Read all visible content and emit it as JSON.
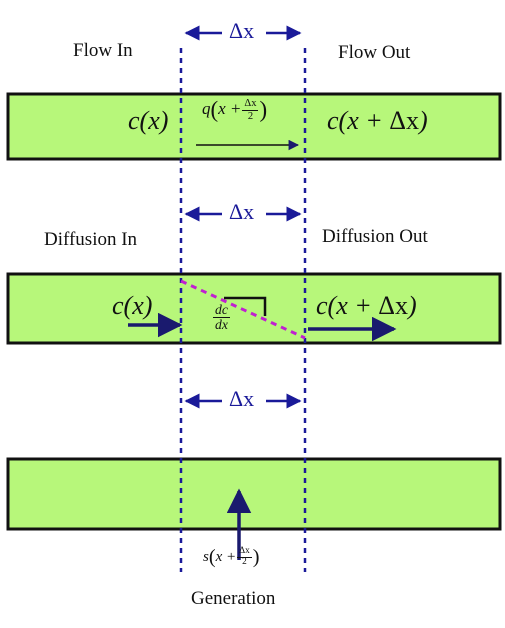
{
  "colors": {
    "band_fill": "#b7f77a",
    "band_stroke": "#111111",
    "dashed_line": "#1a1a99",
    "arrow": "#1a1a6e",
    "gradient_line": "#c020d0"
  },
  "delta_label": "Δx",
  "flow": {
    "in_label": "Flow In",
    "out_label": "Flow Out",
    "c_left": "c(x)",
    "c_right_c": "c(x + ",
    "c_right_tail": ")",
    "flux_q": "q",
    "flux_var": "x +",
    "frac_num": "Δx",
    "frac_den": "2"
  },
  "diffusion": {
    "in_label": "Diffusion In",
    "out_label": "Diffusion Out",
    "c_left": "c(x)",
    "c_right_c": "c(x + ",
    "c_right_tail": ")",
    "grad_num": "dc",
    "grad_den": "dx"
  },
  "generation": {
    "label": "Generation",
    "s": "s",
    "var": "x +",
    "frac_num": "Δx",
    "frac_den": "2"
  }
}
